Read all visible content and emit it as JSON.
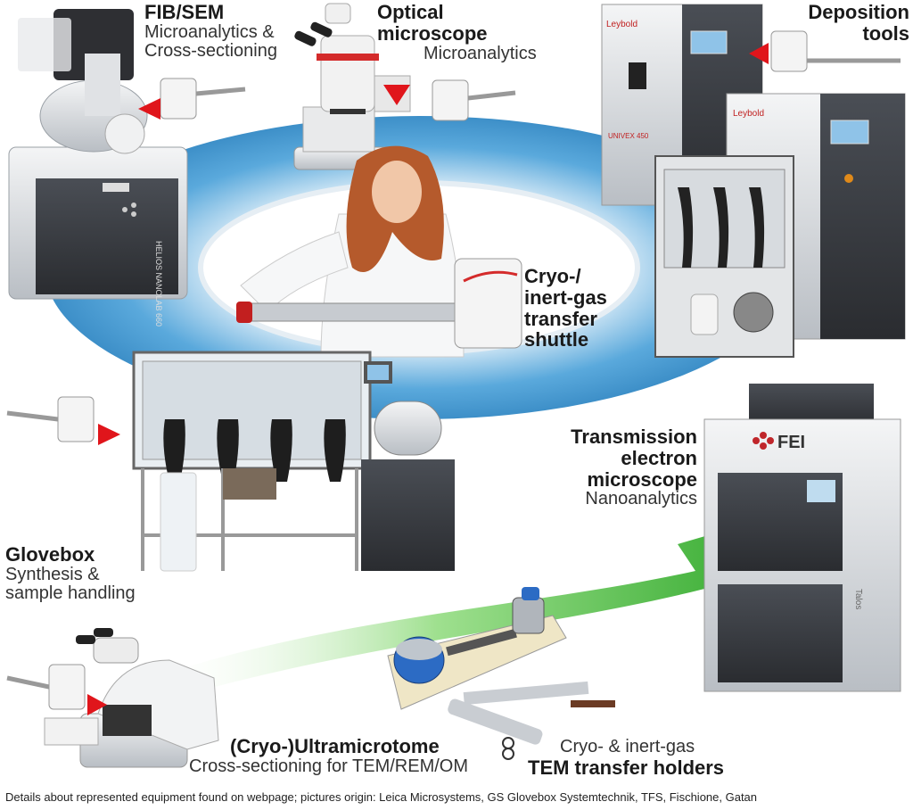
{
  "labels": {
    "fib_sem": {
      "title": "FIB/SEM",
      "subtitle_1": "Microanalytics &",
      "subtitle_2": "Cross-sectioning"
    },
    "optical": {
      "title_1": "Optical",
      "title_2": "microscope",
      "subtitle": "Microanalytics"
    },
    "deposition": {
      "title_1": "Deposition",
      "title_2": "tools"
    },
    "shuttle": {
      "line_1": "Cryo-/",
      "line_2": "inert-gas",
      "line_3": "transfer",
      "line_4": "shuttle"
    },
    "tem": {
      "title_1": "Transmission",
      "title_2": "electron",
      "title_3": "microscope",
      "subtitle": "Nanoanalytics"
    },
    "glovebox": {
      "title": "Glovebox",
      "subtitle_1": "Synthesis &",
      "subtitle_2": "sample handling"
    },
    "ultramicrotome": {
      "title": "(Cryo-)Ultramicrotome",
      "subtitle": "Cross-sectioning for TEM/REM/OM"
    },
    "holders": {
      "subtitle": "Cryo- & inert-gas",
      "title": "TEM transfer holders"
    }
  },
  "equipment_text": {
    "helios": "HELIOS NANOLAB 660",
    "leybold_1": "Leybold",
    "leybold_2": "Leybold",
    "univex": "UNIVEX 450",
    "fei": "FEI",
    "talos": "Talos"
  },
  "footer": "Details about represented equipment found on webpage; pictures origin: Leica Microsystems, GS Glovebox Systemtechnik, TFS, Fischione, Gatan",
  "colors": {
    "ring": "#5aa9dc",
    "arrow": "#3fbf3a",
    "pointer": "#e0151b",
    "metal": "#c9cdd2",
    "dark_panel": "#3a3d42"
  }
}
